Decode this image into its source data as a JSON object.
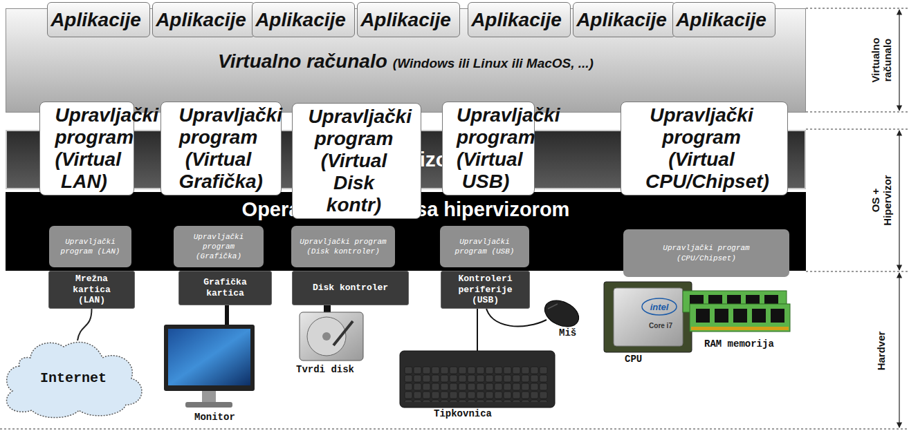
{
  "diagram": {
    "nodes": [
      {
        "text": [
          "Virtualno računalo",
          "(Windows ili Linux ili MacOS, ...)"
        ]
      },
      {
        "text": [
          "Aplikacije"
        ],
        "in": 0
      },
      {
        "text": [
          "Aplikacije"
        ],
        "in": 0
      },
      {
        "text": [
          "Aplikacije"
        ],
        "in": 0
      },
      {
        "text": [
          "Aplikacije"
        ],
        "in": 0
      },
      {
        "text": [
          "Aplikacije"
        ],
        "in": 0
      },
      {
        "text": [
          "Aplikacije"
        ],
        "in": 0
      },
      {
        "text": [
          "Aplikacije"
        ],
        "in": 0
      },
      {
        "text": [
          "Upravljački program (Virtual LAN)"
        ],
        "in": 0
      },
      {
        "text": [
          "Upravljački program (Virtual Grafička)"
        ],
        "in": 0
      },
      {
        "text": [
          "Upravljački program (Virtual Disk kontr)"
        ],
        "in": 0
      },
      {
        "text": [
          "Upravljački program (Virtual USB)"
        ],
        "in": 0
      },
      {
        "text": [
          "Upravljački program (Virtual CPU/Chipset)"
        ],
        "in": 0
      },
      {
        "text": [
          "Hipervizor"
        ]
      },
      {
        "text": [
          "Operativni sustav sa hipervizorom"
        ]
      },
      {
        "text": [
          "Upravljački program (LAN)"
        ],
        "in": 14
      },
      {
        "text": [
          "Upravljački program (Grafička)"
        ],
        "in": 14
      },
      {
        "text": [
          "Upravljački program (Disk kontroler)"
        ],
        "in": 14
      },
      {
        "text": [
          "Upravljački program (USB)"
        ],
        "in": 14
      },
      {
        "text": [
          "Upravljački program (CPU/Chipset)"
        ],
        "in": 14
      },
      {
        "text": [
          "Mrežna kartica (LAN)"
        ]
      },
      {
        "text": [
          "Grafička kartica"
        ]
      },
      {
        "text": [
          "Disk kontroler"
        ]
      },
      {
        "text": [
          "Kontroleri periferije (USB)"
        ]
      },
      {
        "text": [
          "Internet"
        ]
      }
    ],
    "edges": [
      {
        "from": 20,
        "to": 24,
        "arrow": "none"
      }
    ],
    "labels": [
      "intel",
      "Core i7",
      "Miš",
      "RAM memorija",
      "CPU",
      "Tvrdi disk",
      "Monitor",
      "Tipkovnica",
      "Virtualno računalo",
      "OS + Hipervizor",
      "Hardver"
    ]
  }
}
